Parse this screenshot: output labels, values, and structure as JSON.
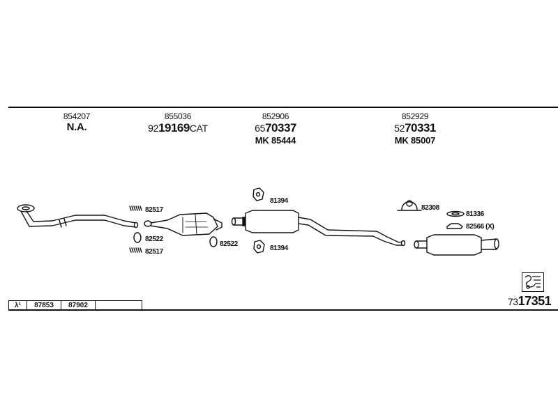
{
  "columns": [
    {
      "part_no": "854207",
      "main_plain": "N.A.",
      "sub": ""
    },
    {
      "part_no": "855036",
      "main_prefix": "92",
      "main_bold": "19169",
      "main_suffix": "CAT",
      "sub": ""
    },
    {
      "part_no": "852906",
      "main_prefix": "65",
      "main_bold": "70337",
      "main_suffix": "",
      "sub": "MK 85444"
    },
    {
      "part_no": "852929",
      "main_prefix": "52",
      "main_bold": "70331",
      "main_suffix": "",
      "sub": "MK 85007"
    }
  ],
  "labels": {
    "l1": "82517",
    "l2": "82522",
    "l3": "82517",
    "l4": "82522",
    "l5": "81394",
    "l6": "81394",
    "l7": "82308",
    "l8": "81336",
    "l9": "82566 (X)"
  },
  "bottom_bar": {
    "c0": "λ¹",
    "c1": "87853",
    "c2": "87902",
    "c3": ""
  },
  "doc_number": {
    "prefix": "73",
    "bold": "17351"
  },
  "icons": [
    "manufacturer-logo-icon",
    "exhaust-system-drawing"
  ]
}
